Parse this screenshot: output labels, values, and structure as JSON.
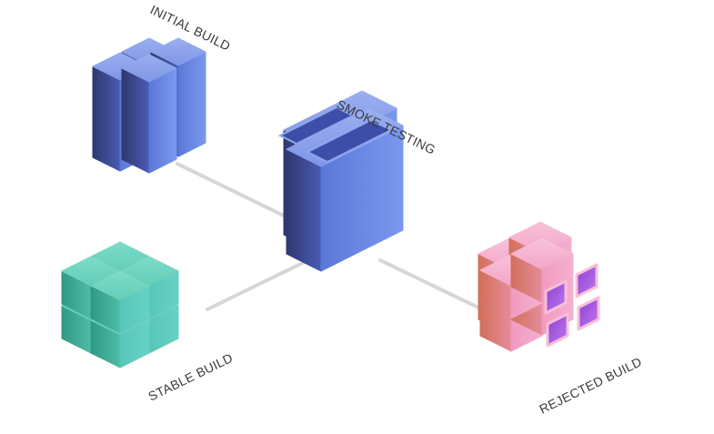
{
  "diagram": {
    "type": "isometric-flow",
    "nodes": [
      {
        "id": "initial",
        "label": "INITIAL BUILD",
        "shape": "four-tall-pillars",
        "color": "#6f8fe6",
        "dark": "#3b4790",
        "top": "#8fa6ee"
      },
      {
        "id": "smoke",
        "label": "SMOKE TESTING",
        "shape": "two-hollow-boxes",
        "color": "#6f8fe6",
        "dark": "#3b4790",
        "top": "#8fa6ee"
      },
      {
        "id": "stable",
        "label": "STABLE BUILD",
        "shape": "eight-cubes",
        "color": "#5cc7b4",
        "dark": "#2f9a86",
        "top": "#72d6c3"
      },
      {
        "id": "rejected",
        "label": "REJECTED BUILD",
        "shape": "hollow-cubes",
        "color": "#f3a3c6",
        "dark": "#d9776e",
        "top": "#f6b7d2",
        "inner": "#a45de0"
      }
    ],
    "edges": [
      {
        "from": "initial",
        "to": "smoke"
      },
      {
        "from": "stable",
        "to": "smoke"
      },
      {
        "from": "smoke",
        "to": "rejected"
      }
    ],
    "connector_color": "#d6d6d6"
  }
}
